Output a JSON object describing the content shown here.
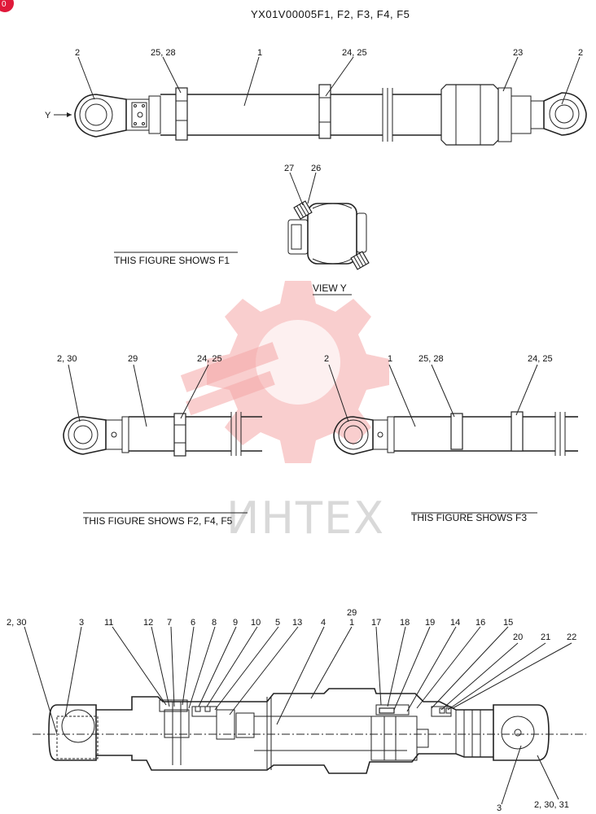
{
  "title": "YX01V00005F1, F2, F3, F4, F5",
  "badge": "0",
  "watermark": "ИНТЕХ",
  "figures": {
    "top": {
      "caption": "THIS FIGURE SHOWS  F1",
      "view_arrow": "Y",
      "labels": {
        "l1": "2",
        "l2": "25, 28",
        "l3": "1",
        "l4": "24, 25",
        "l5": "23",
        "l6": "2"
      }
    },
    "view": {
      "caption": "VIEW  Y",
      "labels": {
        "l1": "27",
        "l2": "26"
      }
    },
    "left": {
      "caption": "THIS FIGURE SHOWS  F2, F4, F5",
      "labels": {
        "l1": "2, 30",
        "l2": "29",
        "l3": "24, 25"
      }
    },
    "right": {
      "caption": "THIS FIGURE SHOWS  F3",
      "labels": {
        "l1": "2",
        "l2": "1",
        "l3": "25, 28",
        "l4": "24, 25"
      }
    },
    "section": {
      "labels": {
        "a": "2, 30",
        "b": "3",
        "c": "11",
        "d": "12",
        "e": "7",
        "f": "6",
        "g": "8",
        "h": "9",
        "i": "10",
        "j": "5",
        "k": "13",
        "l": "4",
        "m": "29",
        "n": "1",
        "o": "17",
        "p": "18",
        "q": "19",
        "r": "14",
        "s": "16",
        "t": "15",
        "u": "20",
        "v": "21",
        "w": "22",
        "x": "3",
        "y": "2, 30, 31"
      }
    }
  }
}
